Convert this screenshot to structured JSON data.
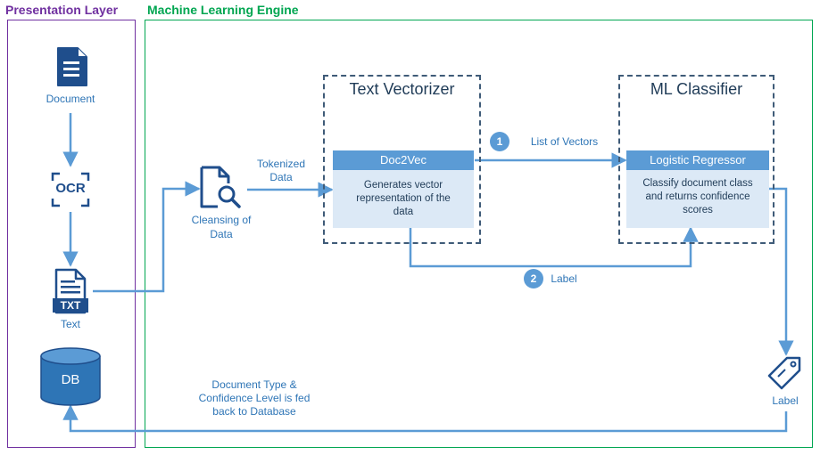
{
  "presentation_layer": {
    "title": "Presentation Layer",
    "document_label": "Document",
    "ocr_label": "OCR",
    "txt_badge": "TXT",
    "text_label": "Text",
    "db_label": "DB"
  },
  "ml_engine": {
    "title": "Machine Learning Engine",
    "cleansing_label_1": "Cleansing of",
    "cleansing_label_2": "Data",
    "tokenized_label_1": "Tokenized",
    "tokenized_label_2": "Data",
    "text_vectorizer": {
      "title": "Text Vectorizer",
      "header": "Doc2Vec",
      "line1": "Generates vector",
      "line2": "representation of the",
      "line3": "data"
    },
    "ml_classifier": {
      "title": "ML Classifier",
      "header": "Logistic Regressor",
      "line1": "Classify document class",
      "line2": "and returns confidence",
      "line3": "scores"
    },
    "step1_number": "1",
    "step1_label": "List of Vectors",
    "step2_number": "2",
    "step2_label": "Label",
    "label_tag": "Label",
    "feedback_line1": "Document Type &",
    "feedback_line2": "Confidence Level is fed",
    "feedback_line3": "back to Database"
  },
  "colors": {
    "presentation": "#7030a0",
    "ml_engine": "#00a651",
    "arrow": "#5b9bd5",
    "header": "#5b9bd5",
    "body": "#dce9f6",
    "icon": "#1f4e8c"
  },
  "icons": [
    "document-icon",
    "ocr-icon",
    "txt-file-icon",
    "database-icon",
    "search-document-icon",
    "tag-icon"
  ]
}
